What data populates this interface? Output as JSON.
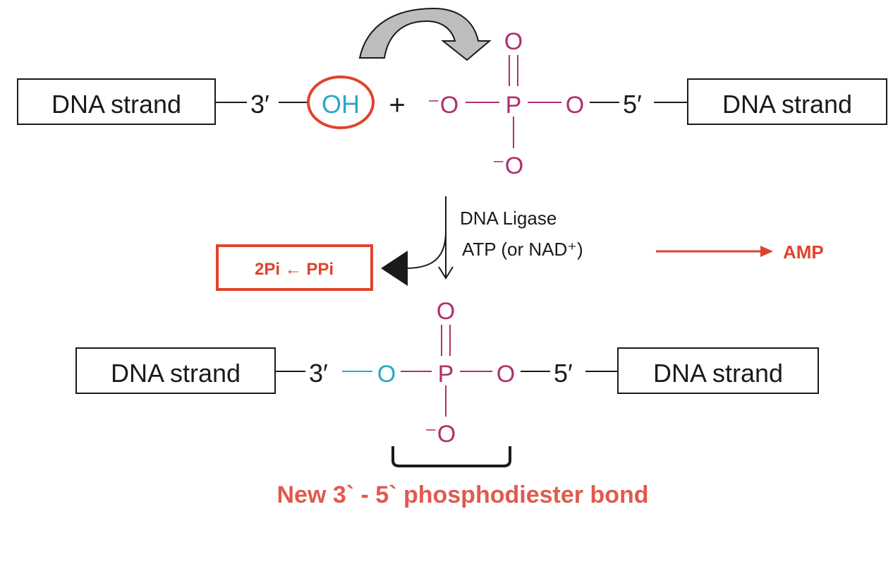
{
  "colors": {
    "black": "#1a1a1a",
    "magenta": "#b0306e",
    "cyan": "#2aa9c4",
    "red": "#e0432b",
    "bond_label": "#e05a4e",
    "curved_arrow_fill": "#bdbdbd"
  },
  "top": {
    "left_box": "DNA strand",
    "left_prime": "3′",
    "hydroxyl": "OH",
    "plus": "+",
    "phosphate": {
      "top_o": "O",
      "double_bond": "‖",
      "left_o": "⁻O",
      "p": "P",
      "right_o": "O",
      "bottom_o": "⁻O"
    },
    "right_prime": "5′",
    "right_box": "DNA strand"
  },
  "reaction": {
    "enzyme": "DNA Ligase",
    "cofactor": "ATP (or NAD⁺)",
    "byproduct": "2Pi ← PPi",
    "product": "AMP"
  },
  "bottom": {
    "left_box": "DNA strand",
    "left_prime": "3′",
    "phosphate": {
      "top_o": "O",
      "left_o": "O",
      "p": "P",
      "right_o": "O",
      "bottom_o": "⁻O"
    },
    "right_prime": "5′",
    "right_box": "DNA strand",
    "bond_label": "New 3` - 5` phosphodiester bond"
  }
}
